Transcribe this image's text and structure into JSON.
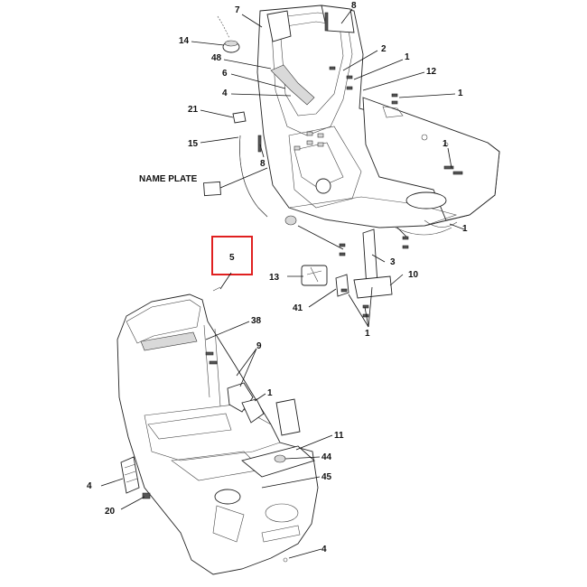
{
  "diagram": {
    "name_plate_label": "NAME PLATE",
    "highlight_color": "#e02020",
    "callouts": [
      "7",
      "8",
      "14",
      "48",
      "2",
      "1",
      "6",
      "12",
      "1",
      "4",
      "21",
      "1",
      "15",
      "8",
      "1",
      "5",
      "3",
      "13",
      "10",
      "41",
      "1",
      "38",
      "9",
      "1",
      "4",
      "11",
      "44",
      "45",
      "20",
      "4"
    ]
  }
}
